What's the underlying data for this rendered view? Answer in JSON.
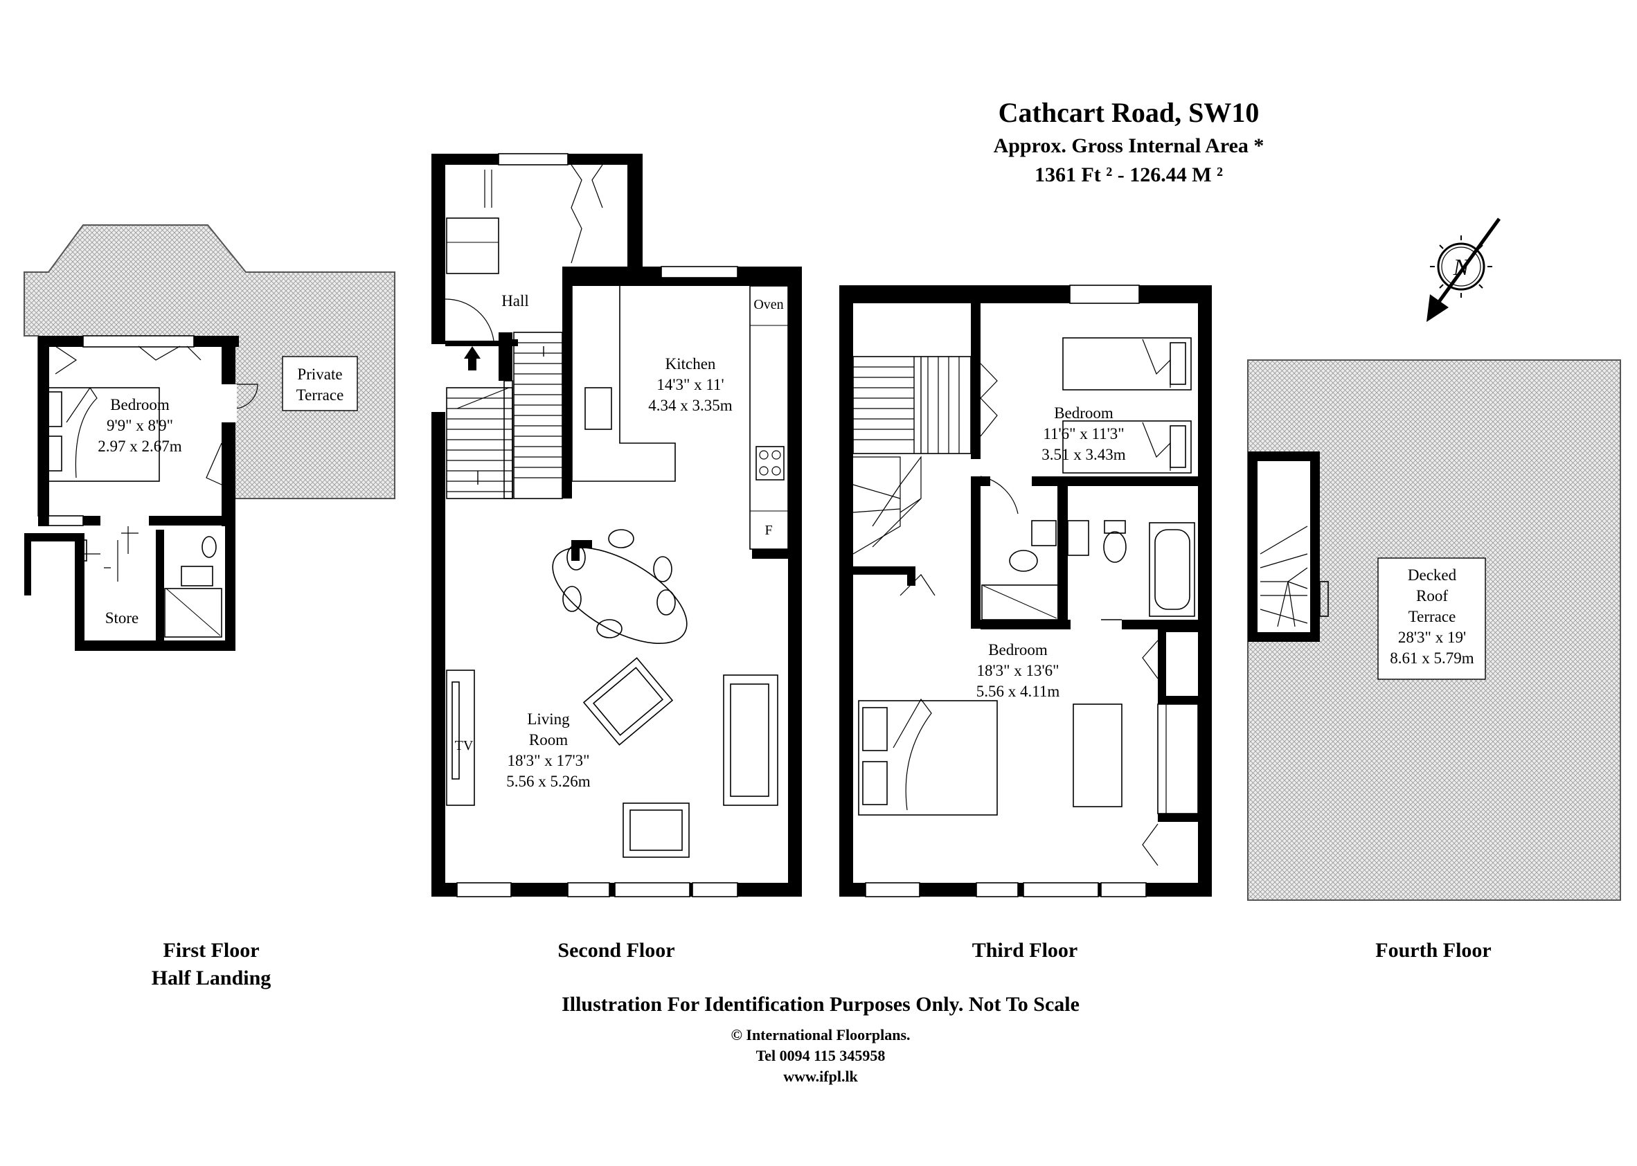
{
  "header": {
    "title": "Cathcart Road, SW10",
    "subtitle": "Approx. Gross Internal Area *",
    "area": "1361 Ft ²  - 126.44 M ²"
  },
  "compass": {
    "label": "N"
  },
  "first_floor": {
    "floor_label_1": "First Floor",
    "floor_label_2": "Half Landing",
    "bedroom": {
      "name": "Bedroom",
      "imperial": "9'9\" x 8'9\"",
      "metric": "2.97 x 2.67m"
    },
    "terrace": {
      "line1": "Private",
      "line2": "Terrace"
    },
    "store": "Store"
  },
  "second_floor": {
    "floor_label": "Second Floor",
    "hall": "Hall",
    "oven": "Oven",
    "fridge": "F",
    "tv": "TV",
    "kitchen": {
      "name": "Kitchen",
      "imperial": "14'3\" x 11'",
      "metric": "4.34 x 3.35m"
    },
    "living": {
      "line1": "Living",
      "line2": "Room",
      "imperial": "18'3\" x 17'3\"",
      "metric": "5.56 x 5.26m"
    }
  },
  "third_floor": {
    "floor_label": "Third Floor",
    "bedroom1": {
      "name": "Bedroom",
      "imperial": "11'6\" x 11'3\"",
      "metric": "3.51 x 3.43m"
    },
    "bedroom2": {
      "name": "Bedroom",
      "imperial": "18'3\" x 13'6\"",
      "metric": "5.56 x 4.11m"
    }
  },
  "fourth_floor": {
    "floor_label": "Fourth Floor",
    "terrace": {
      "line1": "Decked",
      "line2": "Roof",
      "line3": "Terrace",
      "imperial": "28'3\" x 19'",
      "metric": "8.61 x 5.79m"
    }
  },
  "footer": {
    "disclaimer": "Illustration For Identification Purposes Only. Not To Scale",
    "copyright": "© International Floorplans.",
    "tel": "Tel 0094 115 345958",
    "web": "www.ifpl.lk"
  }
}
